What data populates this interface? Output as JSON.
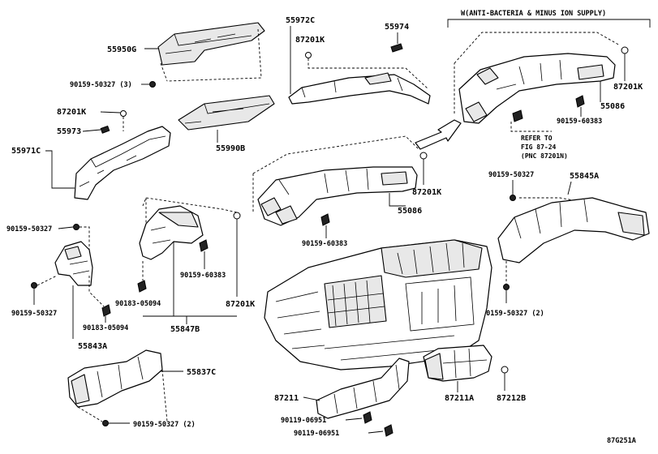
{
  "header_note": "W(ANTI-BACTERIA & MINUS ION SUPPLY)",
  "refer_note": [
    "REFER TO",
    "FIG 87-24",
    "(PNC 87201N)"
  ],
  "figure_id": "87G251A",
  "labels": {
    "p55950G": "55950G",
    "p90159_50327_3": "90159-50327 (3)",
    "p87201K_a": "87201K",
    "p55973": "55973",
    "p55971C": "55971C",
    "p55990B": "55990B",
    "p55972C": "55972C",
    "p87201K_b": "87201K",
    "p55974": "55974",
    "p87201K_c": "87201K",
    "p55086_a": "55086",
    "p90159_60383_a": "90159-60383",
    "p87201K_d": "87201K",
    "p55086_b": "55086",
    "p90159_60383_b": "90159-60383",
    "p90159_50327_a": "90159-50327",
    "p55845A": "55845A",
    "p90159_50327_b": "90159-50327",
    "p90159_50327_c": "90159-50327",
    "p90183_05094_a": "90183-05094",
    "p55843A": "55843A",
    "p90159_60383_c": "90159-60383",
    "p90183_05094_b": "90183-05094",
    "p87201K_e": "87201K",
    "p55847B": "55847B",
    "p90159_50327_2a": "90159-50327 (2)",
    "p55837C": "55837C",
    "p90159_50327_2b": "90159-50327 (2)",
    "p87211": "87211",
    "p87211A": "87211A",
    "p87212B": "87212B",
    "p90119_06951_a": "90119-06951",
    "p90119_06951_b": "90119-06951"
  }
}
